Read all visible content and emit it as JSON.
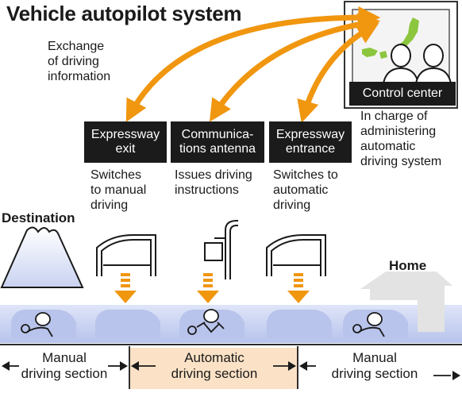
{
  "title": "Vehicle autopilot system",
  "exchange_label": "Exchange\nof driving\ninformation",
  "control_center": {
    "label": "Control center",
    "description": "In charge of\nadministering\nautomatic\ndriving system"
  },
  "points": [
    {
      "label": "Expressway\nexit",
      "description": "Switches\nto manual\ndriving"
    },
    {
      "label": "Communica-\ntions antenna",
      "description": "Issues driving\ninstructions"
    },
    {
      "label": "Expressway\nentrance",
      "description": "Switches to\nautomatic\ndriving"
    }
  ],
  "destination_label": "Destination",
  "home_label": "Home",
  "sections": [
    {
      "label": "Manual\ndriving section"
    },
    {
      "label": "Automatic\ndriving section"
    },
    {
      "label": "Manual\ndriving section"
    }
  ],
  "colors": {
    "arrow": "#f0960f",
    "box": "#1b1b1b",
    "car": "#b9c4ec",
    "road": "#bcc7ee",
    "automatic_zone": "#fbe2c6",
    "map_green": "#8cc63f"
  }
}
